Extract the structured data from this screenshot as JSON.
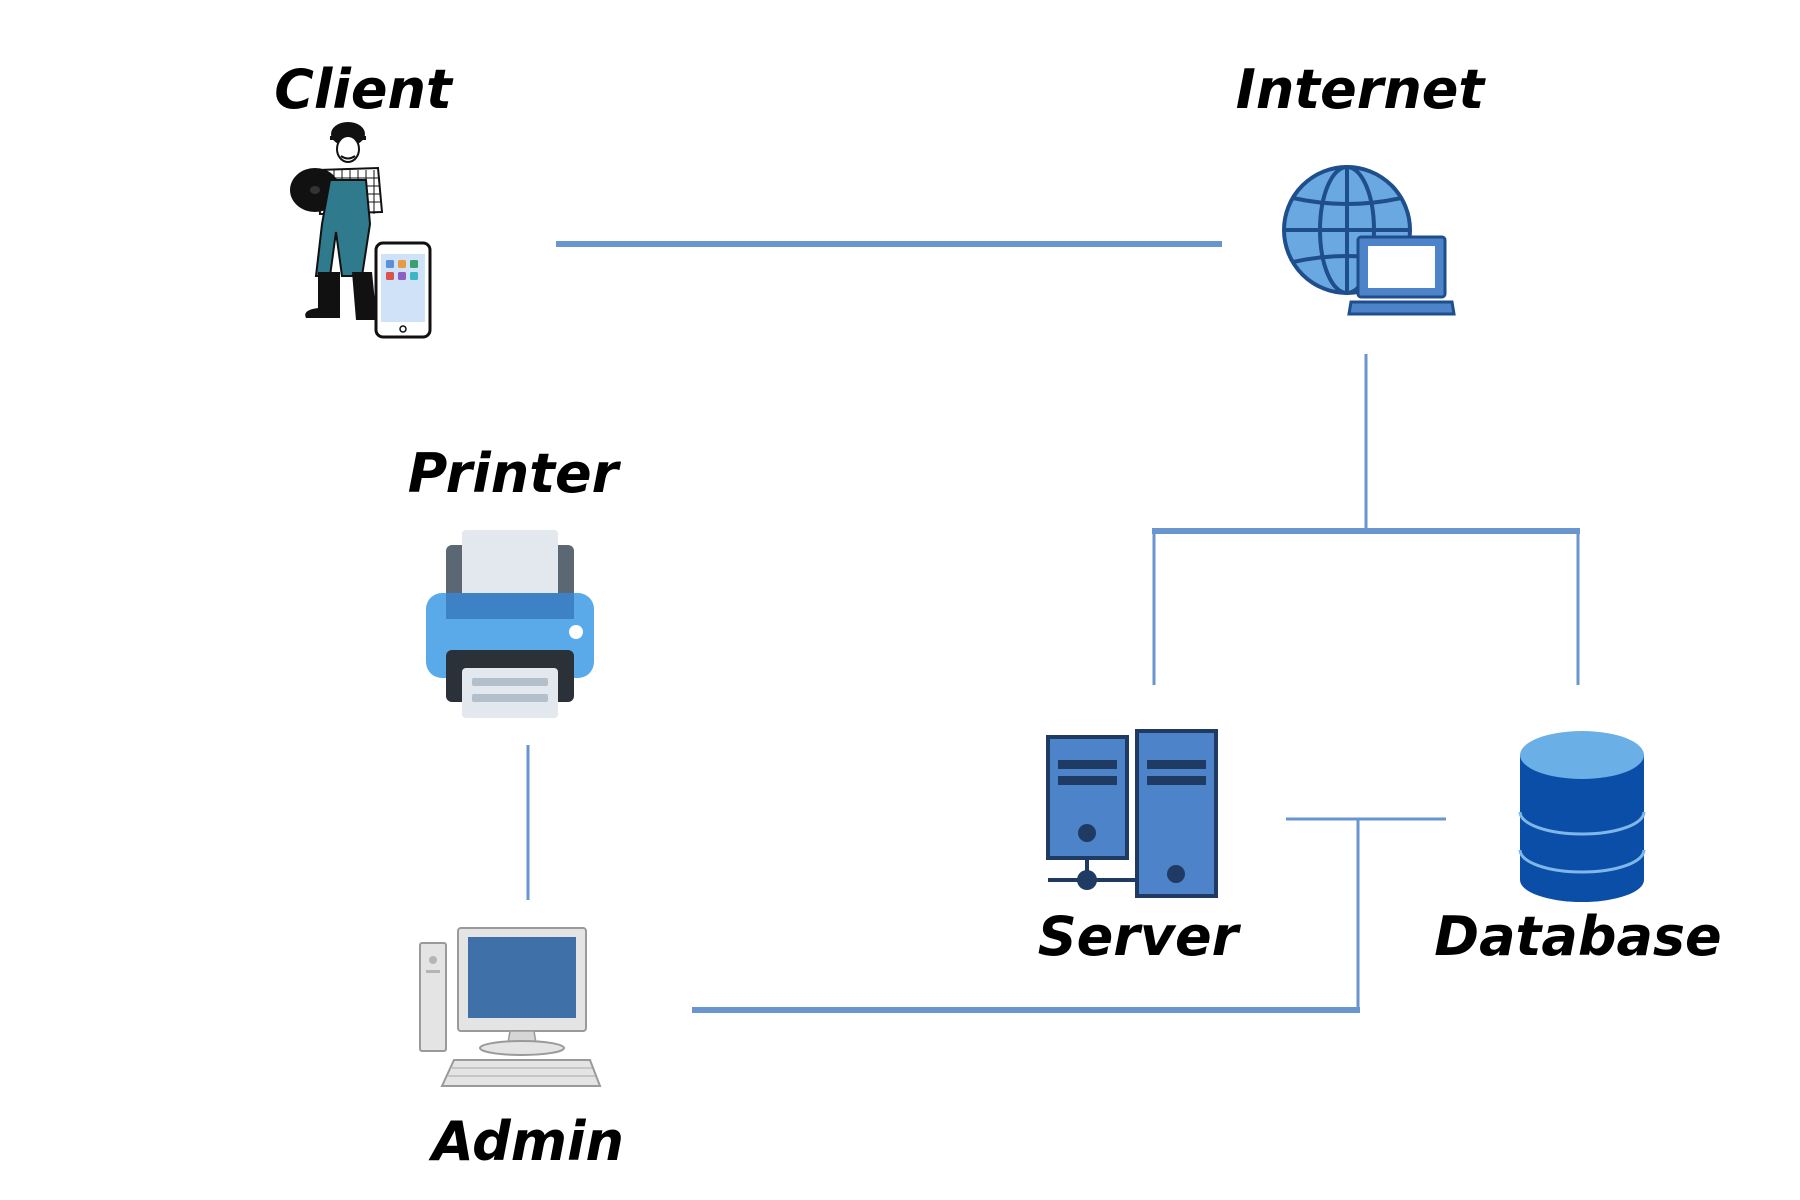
{
  "nodes": {
    "client": {
      "label": "Client",
      "icon": "person-with-phone-icon"
    },
    "internet": {
      "label": "Internet",
      "icon": "globe-laptop-icon"
    },
    "printer": {
      "label": "Printer",
      "icon": "printer-icon"
    },
    "server": {
      "label": "Server",
      "icon": "server-icon"
    },
    "database": {
      "label": "Database",
      "icon": "database-icon"
    },
    "admin": {
      "label": "Admin",
      "icon": "desktop-computer-icon"
    }
  },
  "colors": {
    "connector": "#6a96d0",
    "icon_blue": "#4d84c9",
    "icon_dark": "#1f3b63",
    "database_blue": "#0b4ea8",
    "printer_blue": "#5aaaea",
    "label": "#000000"
  }
}
